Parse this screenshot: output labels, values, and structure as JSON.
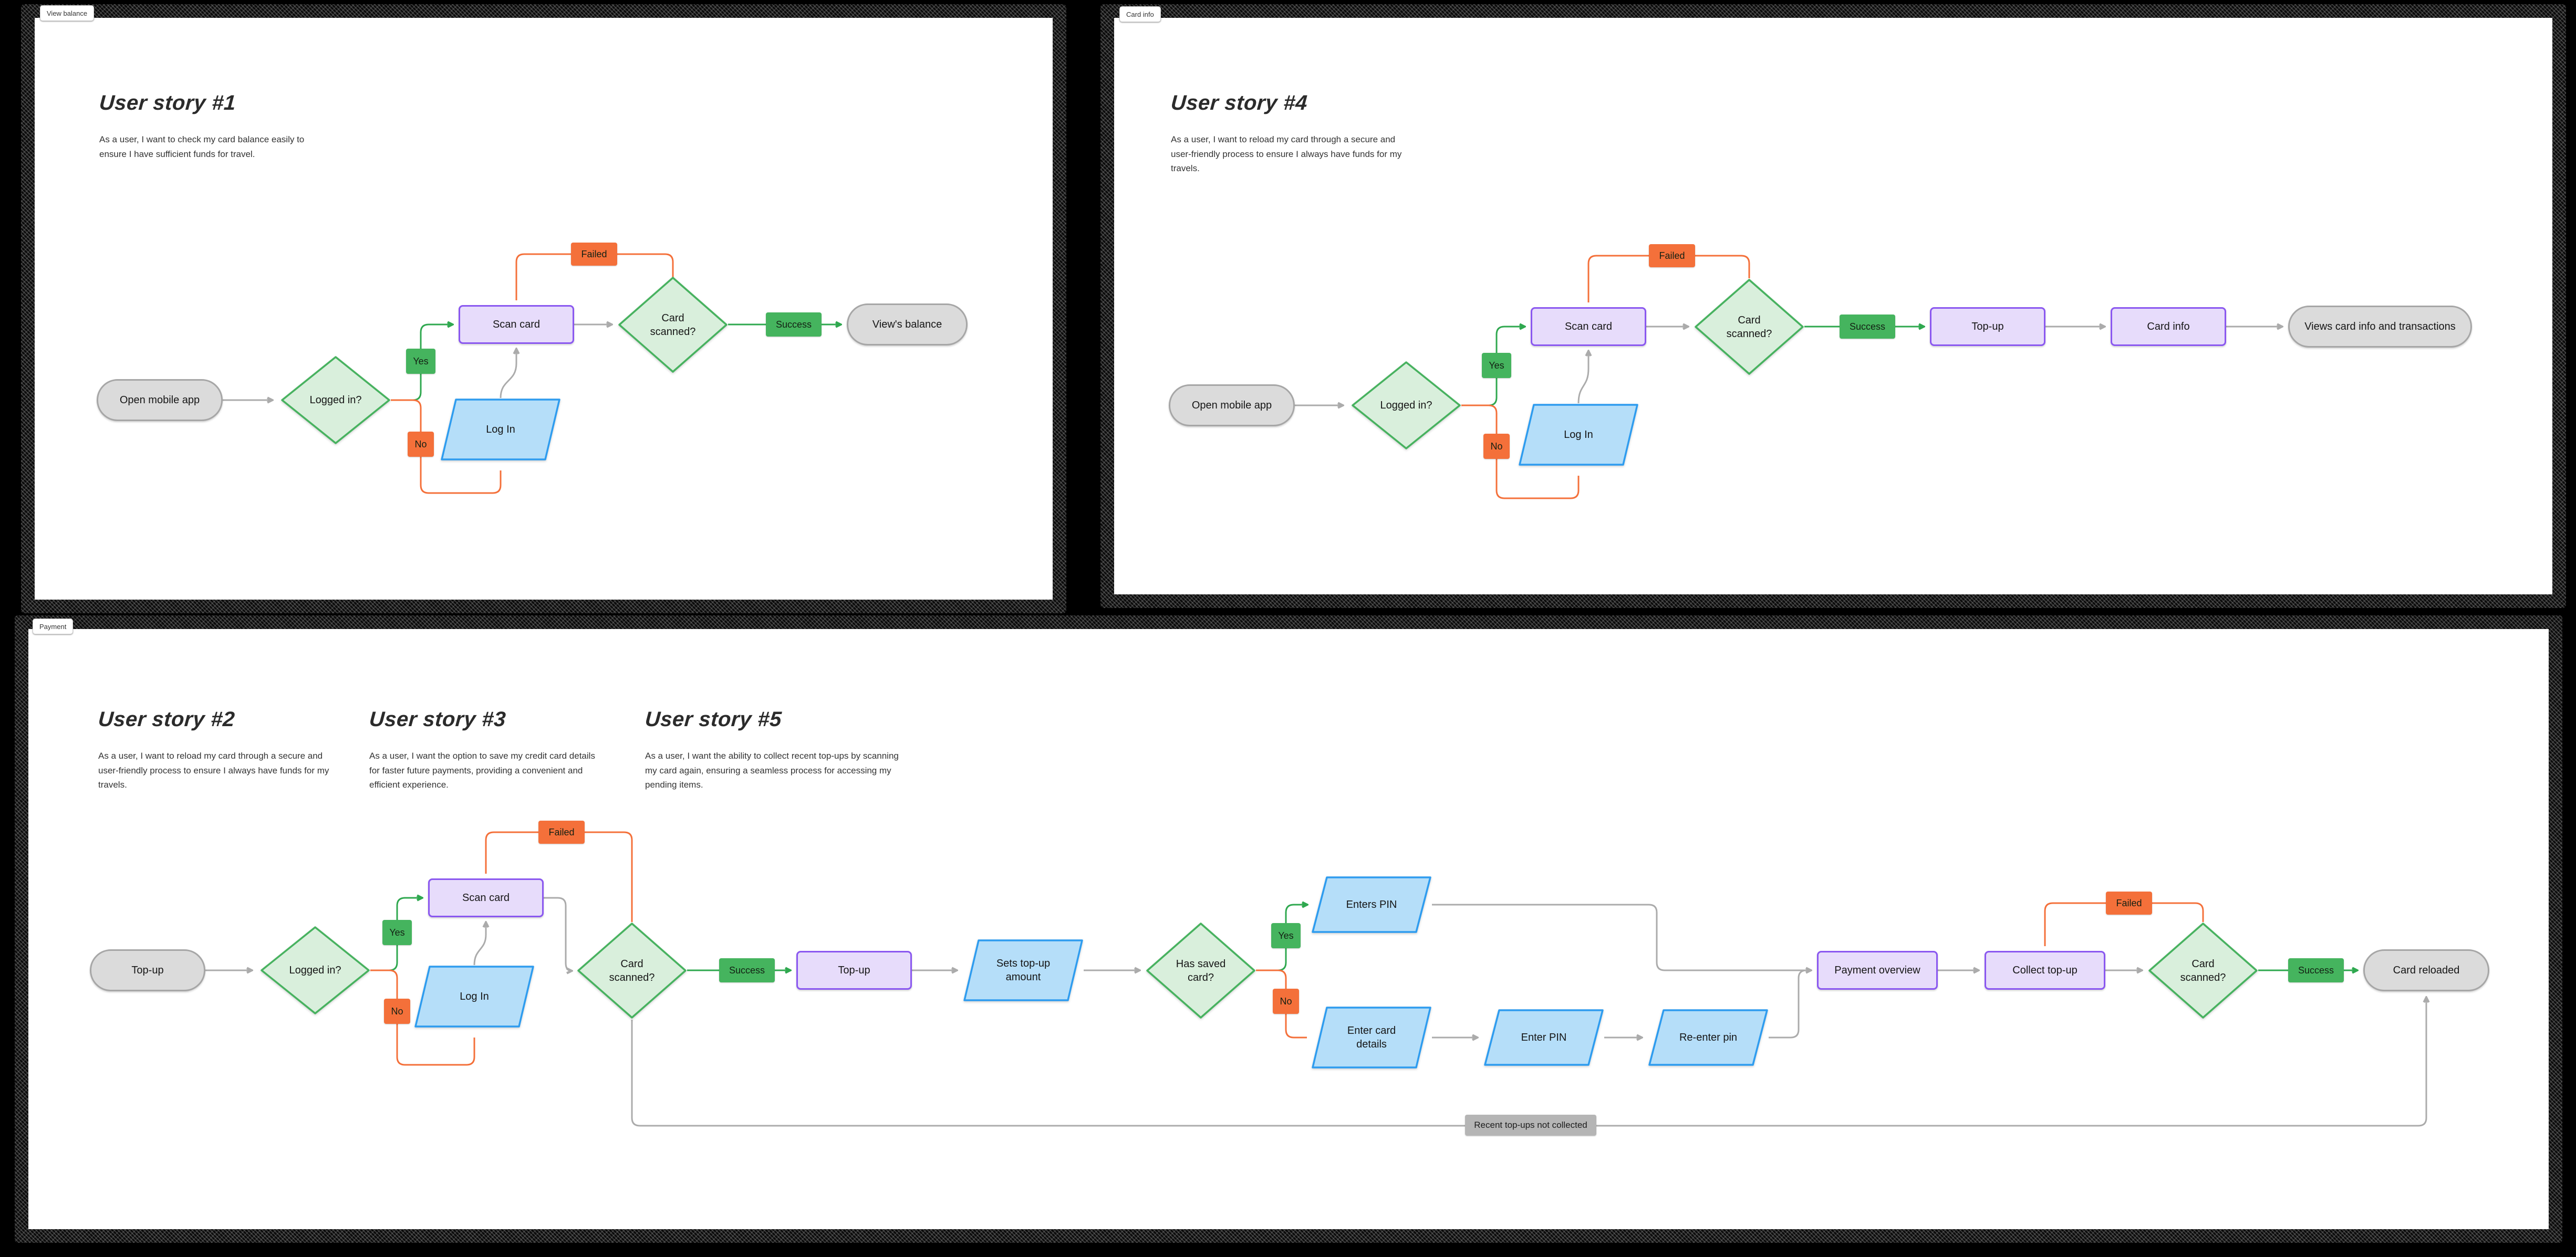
{
  "colors": {
    "process_fill": "#E7DCFB",
    "process_border": "#8A57F0",
    "decision_fill": "#D9EFDC",
    "decision_border": "#47B25F",
    "io_fill": "#B5DEF9",
    "io_border": "#2E9CEF",
    "terminal_fill": "#DBDBDB",
    "terminal_border": "#A6A6A6",
    "edge_gray": "#ABABAB",
    "edge_green": "#2FA84F",
    "edge_orange": "#F4703A",
    "label_yes_green": "#45B45E",
    "label_no_orange": "#F4703A",
    "label_neutral_gray": "#B5B5B5"
  },
  "panels": {
    "view_balance": {
      "tab": "View balance",
      "title": "User story #1",
      "description": "As a user, I want to check my card balance easily to ensure I have sufficient funds for travel.",
      "nodes": {
        "open_app": "Open mobile app",
        "logged_in": "Logged in?",
        "yes": "Yes",
        "no": "No",
        "scan_card": "Scan card",
        "log_in": "Log In",
        "failed": "Failed",
        "card_scanned": "Card scanned?",
        "success": "Success",
        "views_balance": "View's balance"
      }
    },
    "card_info": {
      "tab": "Card info",
      "title": "User story #4",
      "description": "As a user, I want to reload my card through a secure and user-friendly process to ensure I always have funds for my travels.",
      "nodes": {
        "open_app": "Open mobile app",
        "logged_in": "Logged in?",
        "yes": "Yes",
        "no": "No",
        "scan_card": "Scan card",
        "log_in": "Log In",
        "failed": "Failed",
        "card_scanned": "Card scanned?",
        "success": "Success",
        "top_up": "Top-up",
        "card_info": "Card info",
        "views_card_info": "Views card info and transactions"
      }
    },
    "payment": {
      "tab": "Payment",
      "stories": [
        {
          "title": "User story #2",
          "description": "As a user, I want to reload my card through a secure and user-friendly process to ensure I always have funds for my travels."
        },
        {
          "title": "User story #3",
          "description": "As a user, I want the option to save my credit card details for faster future payments, providing a convenient and efficient experience."
        },
        {
          "title": "User story #5",
          "description": "As a user, I want the ability to collect recent top-ups by scanning my card again, ensuring a seamless process for accessing my pending items."
        }
      ],
      "nodes": {
        "top_up_start": "Top-up",
        "logged_in": "Logged in?",
        "yes_login": "Yes",
        "no_login": "No",
        "scan_card": "Scan card",
        "log_in": "Log In",
        "failed_scan": "Failed",
        "card_scanned_1": "Card scanned?",
        "success_1": "Success",
        "top_up": "Top-up",
        "sets_amount": "Sets top-up amount",
        "has_saved_card": "Has saved card?",
        "yes_saved": "Yes",
        "no_saved": "No",
        "enters_pin": "Enters PIN",
        "enter_card_details": "Enter card details",
        "enter_pin": "Enter PIN",
        "re_enter_pin": "Re-enter pin",
        "payment_overview": "Payment overview",
        "collect_top_up": "Collect top-up",
        "failed_collect": "Failed",
        "card_scanned_2": "Card scanned?",
        "success_2": "Success",
        "card_reloaded": "Card reloaded",
        "not_collected": "Recent top-ups not collected"
      }
    }
  }
}
